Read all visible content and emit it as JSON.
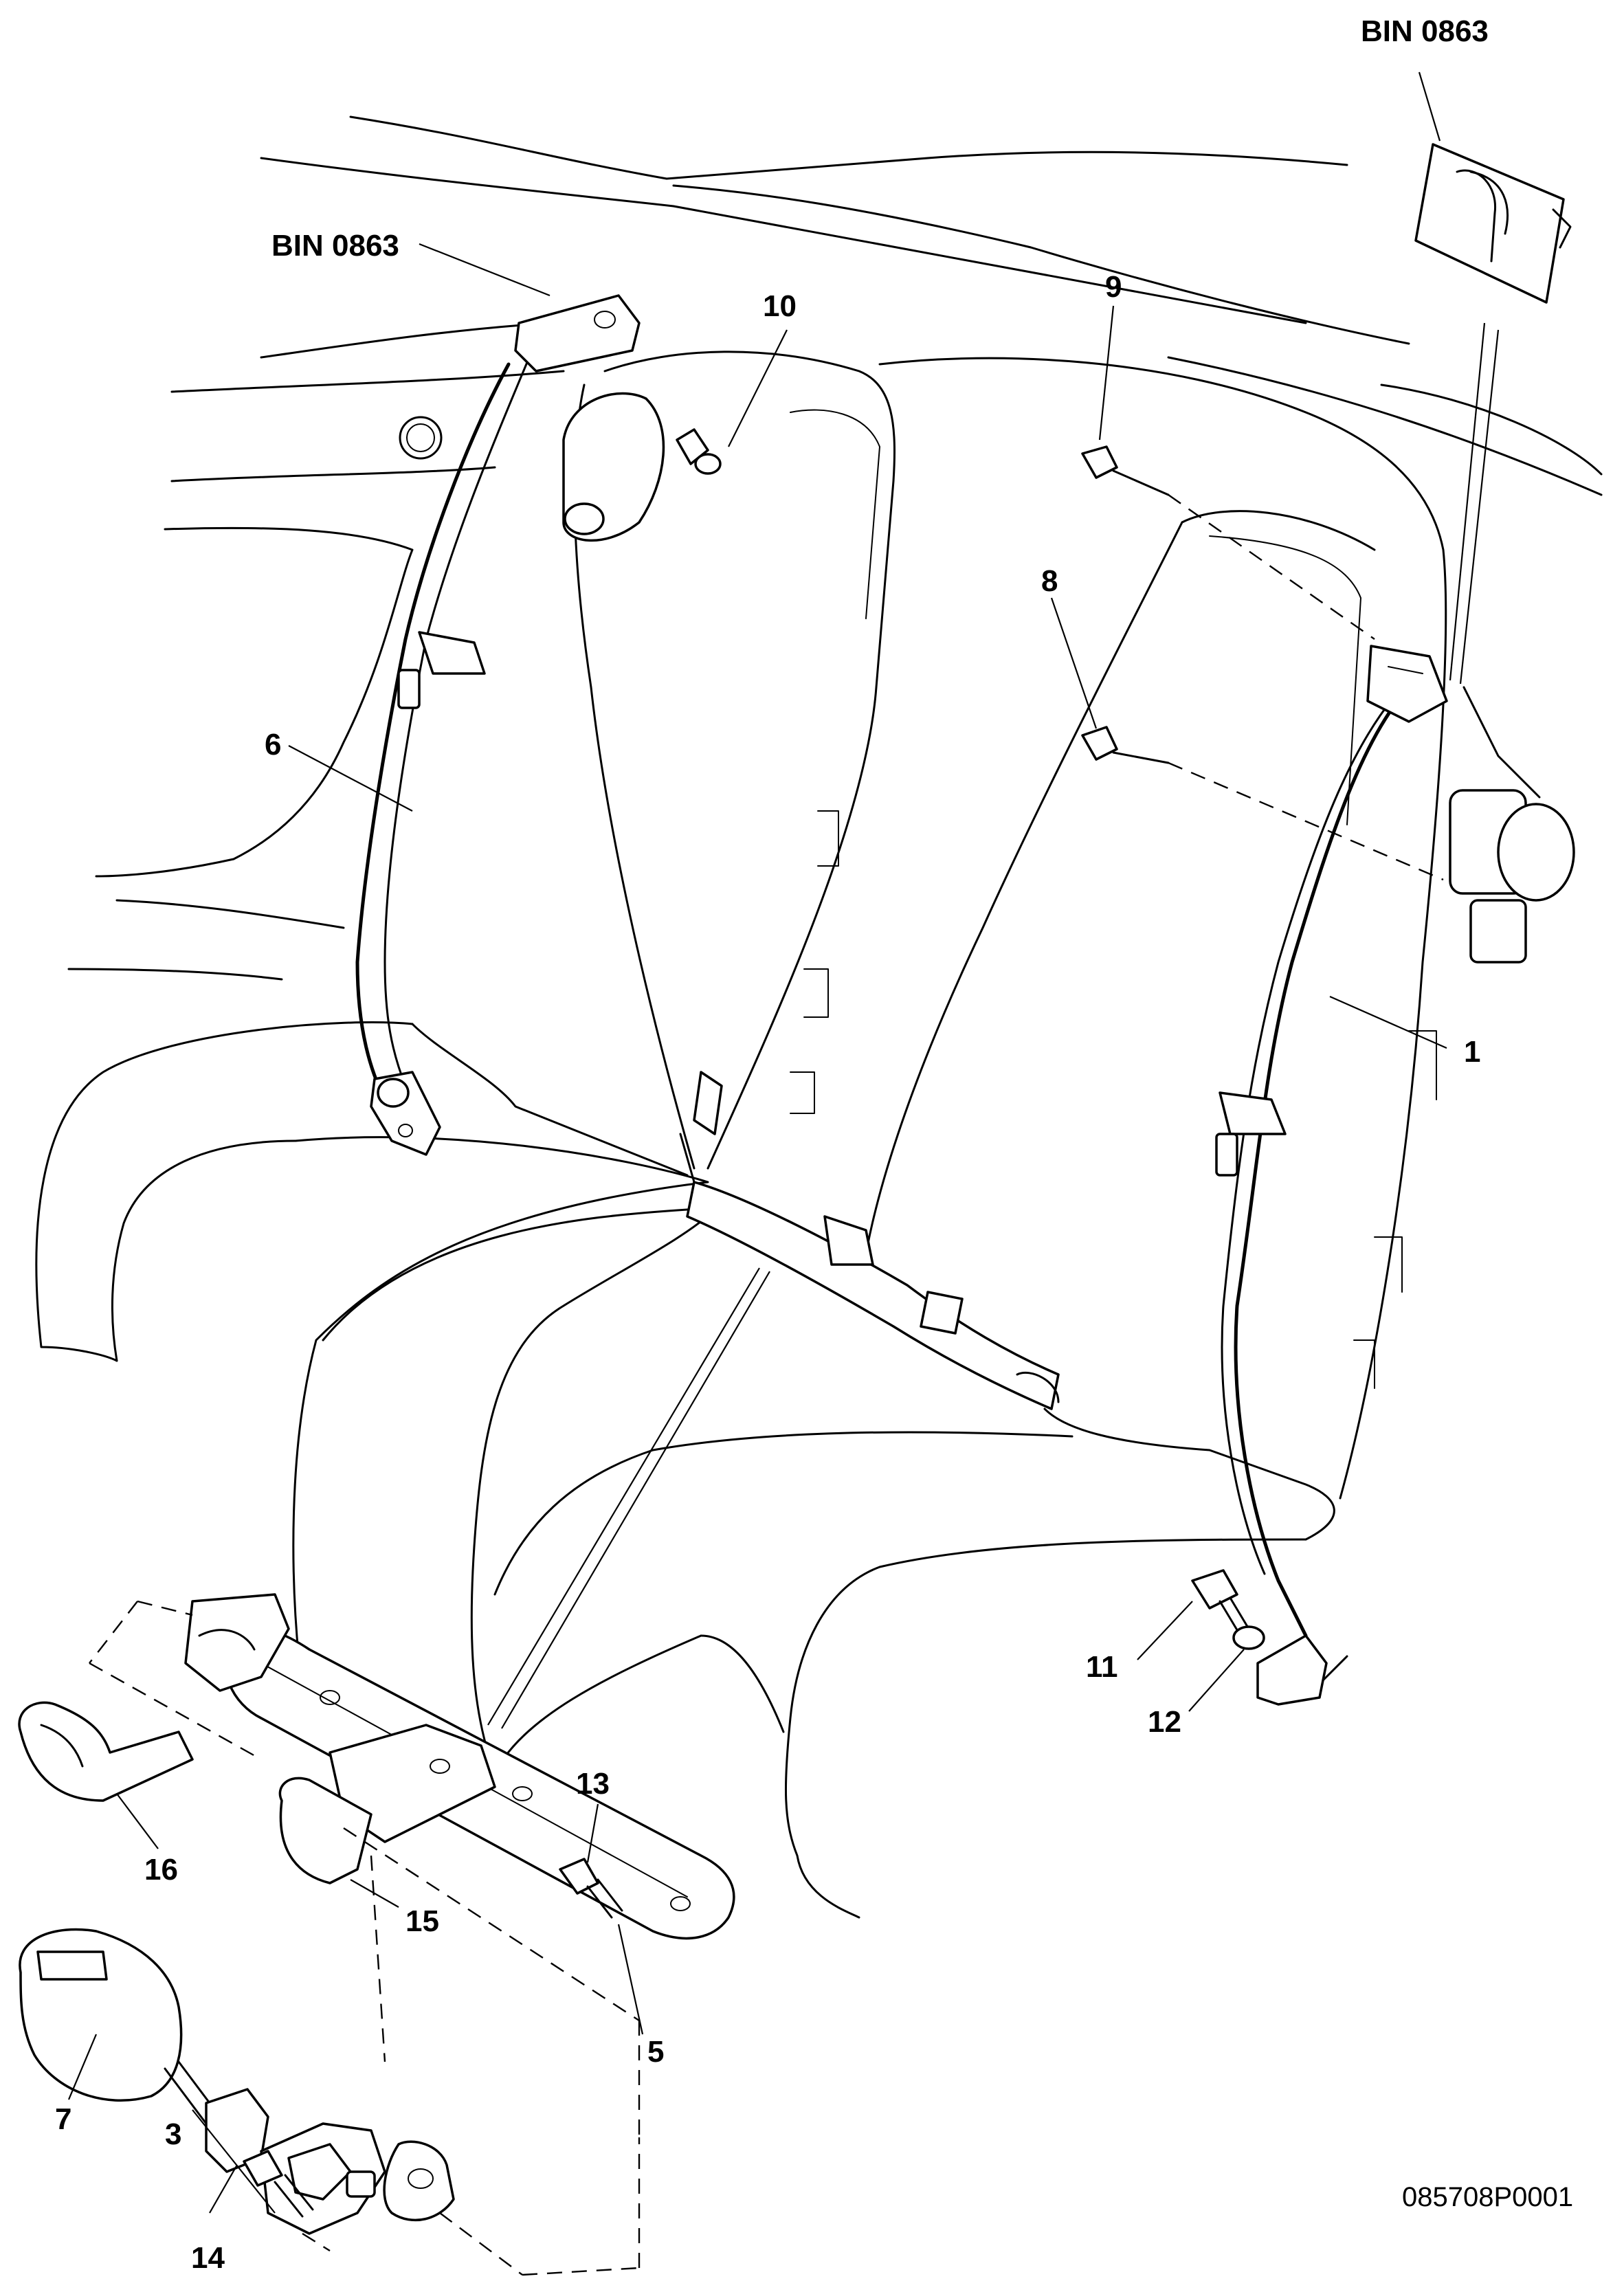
{
  "diagram": {
    "callouts": {
      "bin_top_right": "BIN 0863",
      "bin_left": "BIN 0863",
      "c1": "1",
      "c3": "3",
      "c5": "5",
      "c6": "6",
      "c7": "7",
      "c8": "8",
      "c9": "9",
      "c10": "10",
      "c11": "11",
      "c12": "12",
      "c13": "13",
      "c14": "14",
      "c15": "15",
      "c16": "16"
    },
    "drawing_code": "085708P0001"
  }
}
